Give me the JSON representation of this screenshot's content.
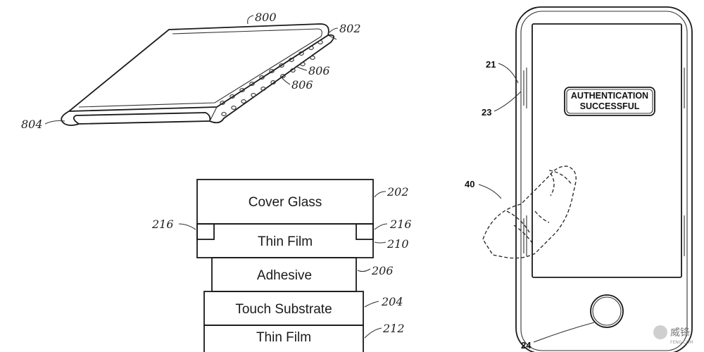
{
  "figure_800": {
    "labels": {
      "main": "800",
      "right_edge": "802",
      "left_edge": "804",
      "hole_a": "806",
      "hole_b": "806"
    }
  },
  "layer_stack": {
    "layers": [
      {
        "label": "Cover Glass",
        "ref": "202"
      },
      {
        "label": "Thin Film",
        "ref": "210"
      },
      {
        "label": "Adhesive",
        "ref": "206"
      },
      {
        "label": "Touch Substrate",
        "ref": "204"
      },
      {
        "label": "Thin Film",
        "ref": "212"
      }
    ],
    "side_ref_left": "216",
    "side_ref_right": "216"
  },
  "phone": {
    "screen_message_line1": "AUTHENTICATION",
    "screen_message_line2": "SUCCESSFUL",
    "refs": {
      "housing": "21",
      "display": "23",
      "finger": "40",
      "button": "24"
    }
  },
  "watermark": {
    "brand": "威锋",
    "site": "FENG.COM"
  }
}
